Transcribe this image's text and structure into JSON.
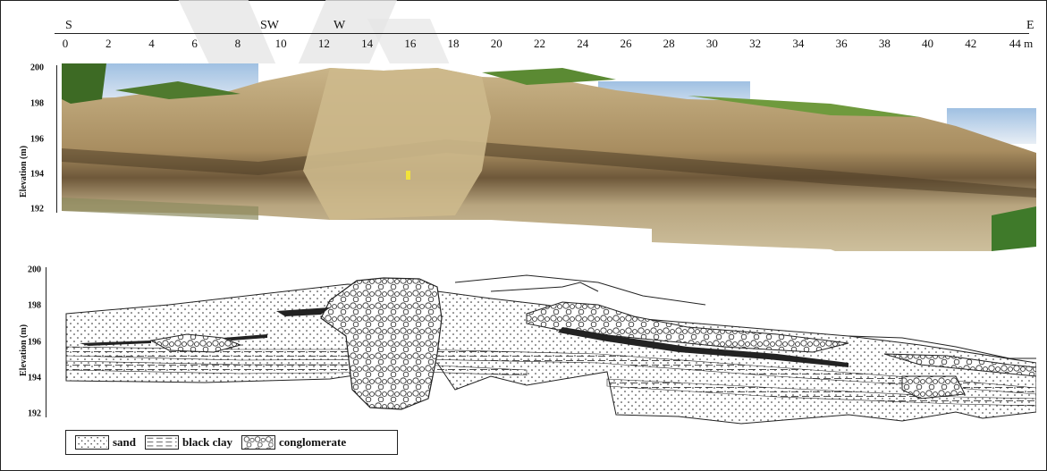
{
  "directions": [
    {
      "label": "S",
      "at": 0
    },
    {
      "label": "SW",
      "at": 10
    },
    {
      "label": "W",
      "at": 14
    },
    {
      "label": "E",
      "at": 44
    }
  ],
  "distance_ticks": [
    "0",
    "2",
    "4",
    "6",
    "8",
    "10",
    "12",
    "14",
    "16",
    "18",
    "20",
    "22",
    "24",
    "26",
    "28",
    "30",
    "32",
    "34",
    "36",
    "38",
    "40",
    "42",
    "44 m"
  ],
  "photo_panel": {
    "y_axis_title": "Elevation (m)",
    "y_ticks": [
      "200",
      "198",
      "196",
      "194",
      "192"
    ]
  },
  "section_panel": {
    "y_axis_title": "Elevation (m)",
    "y_ticks": [
      "200",
      "198",
      "196",
      "194",
      "192"
    ]
  },
  "legend": {
    "sand": "sand",
    "black_clay": "black clay",
    "conglomerate": "conglomerate"
  },
  "colors": {
    "sky": "#bcd3ea",
    "sediment_light": "#c8b489",
    "sediment_dark": "#6f5a3c",
    "vegetation": "#4f7a2e",
    "watermark": "#e4e4e4",
    "ink": "#222222"
  }
}
